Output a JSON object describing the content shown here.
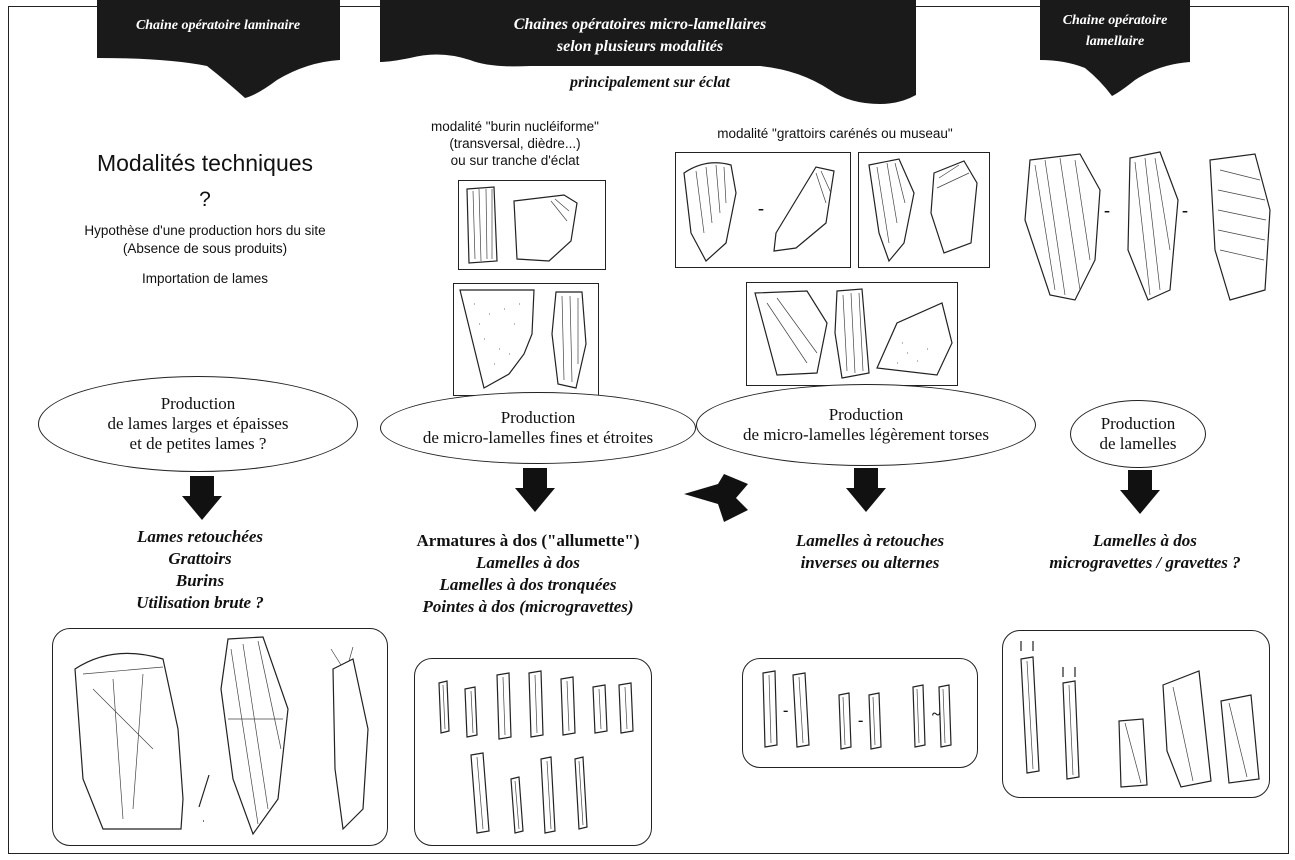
{
  "banners": {
    "left": "Chaine opératoire laminaire",
    "center_line1": "Chaines opératoires micro-lamellaires",
    "center_line2": "selon plusieurs modalités",
    "center_sub": "principalement sur éclat",
    "right_line1": "Chaine opératoire",
    "right_line2": "lamellaire"
  },
  "left_column": {
    "title": "Modalités techniques",
    "question": "?",
    "hypothesis_line1": "Hypothèse d'une production hors du site",
    "hypothesis_line2": "(Absence de sous produits)",
    "import": "Importation de lames"
  },
  "modalities": {
    "burin_line1": "modalité \"burin nucléiforme\"",
    "burin_line2": "(transversal, dièdre...)",
    "burin_line3": "ou sur tranche d'éclat",
    "grattoir": "modalité \"grattoirs carénés ou museau\""
  },
  "productions": {
    "laminaire_line1": "Production",
    "laminaire_line2": "de lames larges et épaisses",
    "laminaire_line3": "et de petites lames ?",
    "fines_line1": "Production",
    "fines_line2": "de  micro-lamelles fines et étroites",
    "torses_line1": "Production",
    "torses_line2": "de  micro-lamelles légèrement torses",
    "lamelles_line1": "Production",
    "lamelles_line2": "de lamelles"
  },
  "tools": {
    "laminaire": [
      "Lames retouchées",
      "Grattoirs",
      "Burins",
      "Utilisation brute ?"
    ],
    "fines_upright": "Armatures à dos (\"allumette\")",
    "fines": [
      "Lamelles à dos",
      "Lamelles à dos tronquées",
      "Pointes à dos (microgravettes)"
    ],
    "torses": [
      "Lamelles à retouches",
      "inverses ou alternes"
    ],
    "lamellaire": [
      "Lamelles à dos",
      "microgravettes / gravettes ?"
    ]
  },
  "separators": {
    "dash": "-",
    "tilde": "~"
  },
  "colors": {
    "banner": "#1a1a1a",
    "text": "#111111",
    "background": "#ffffff"
  }
}
